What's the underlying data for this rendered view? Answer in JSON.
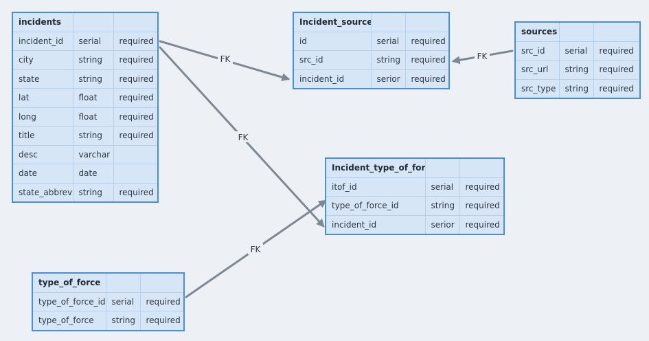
{
  "edge_label": "FK",
  "tables": {
    "incidents": {
      "title": "incidents",
      "rows": [
        [
          "incident_id",
          "serial",
          "required"
        ],
        [
          "city",
          "string",
          "required"
        ],
        [
          "state",
          "string",
          "required"
        ],
        [
          "lat",
          "float",
          "required"
        ],
        [
          "long",
          "float",
          "required"
        ],
        [
          "title",
          "string",
          "required"
        ],
        [
          "desc",
          "varchar",
          ""
        ],
        [
          "date",
          "date",
          ""
        ],
        [
          "state_abbrev",
          "string",
          "required"
        ]
      ]
    },
    "incident_sources": {
      "title": "Incident_sources",
      "rows": [
        [
          "id",
          "serial",
          "required"
        ],
        [
          "src_id",
          "string",
          "required"
        ],
        [
          "incident_id",
          "serior",
          "required"
        ]
      ]
    },
    "sources": {
      "title": "sources",
      "rows": [
        [
          "src_id",
          "serial",
          "required"
        ],
        [
          "src_url",
          "string",
          "required"
        ],
        [
          "src_type",
          "string",
          "required"
        ]
      ]
    },
    "incident_type_of_force": {
      "title": "Incident_type_of_force",
      "rows": [
        [
          "itof_id",
          "serial",
          "required"
        ],
        [
          "type_of_force_id",
          "string",
          "required"
        ],
        [
          "incident_id",
          "serior",
          "required"
        ]
      ]
    },
    "type_of_force": {
      "title": "type_of_force",
      "rows": [
        [
          "type_of_force_id",
          "serial",
          "required"
        ],
        [
          "type_of_force",
          "string",
          "required"
        ]
      ]
    }
  }
}
